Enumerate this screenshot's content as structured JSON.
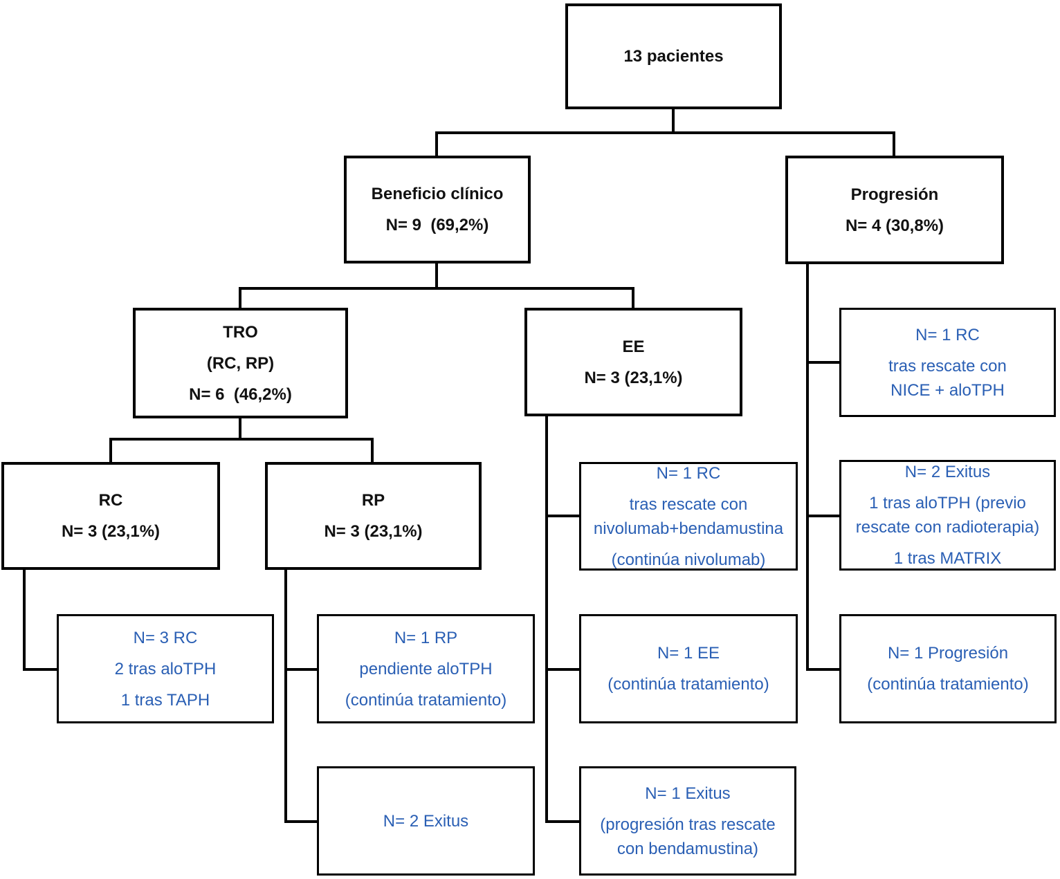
{
  "diagram": {
    "title": "Patient outcome flowchart",
    "colors": {
      "connector": "#000000",
      "parent_text": "#111111",
      "leaf_text": "#2a5fb4",
      "background": "#ffffff"
    },
    "boxes": {
      "root": {
        "lines": [
          "13 pacientes"
        ]
      },
      "beneficio": {
        "lines": [
          "Beneficio clínico",
          "N= 9  (69,2%)"
        ]
      },
      "progresion": {
        "lines": [
          "Progresión",
          "N= 4 (30,8%)"
        ]
      },
      "tro": {
        "lines": [
          "TRO",
          "(RC, RP)",
          "N= 6  (46,2%)"
        ]
      },
      "ee": {
        "lines": [
          "EE",
          "N= 3 (23,1%)"
        ]
      },
      "rc": {
        "lines": [
          "RC",
          "N= 3 (23,1%)"
        ]
      },
      "rp": {
        "lines": [
          "RP",
          "N= 3 (23,1%)"
        ]
      },
      "rescate_nice": {
        "lines": [
          "N= 1 RC",
          "tras rescate con",
          "NICE + aloTPH"
        ]
      },
      "rescate_nivolumab": {
        "lines": [
          "N= 1 RC",
          "tras rescate con",
          "nivolumab+bendamustina",
          "(continúa nivolumab)"
        ]
      },
      "exitus_progresion": {
        "lines": [
          "N= 2 Exitus",
          "1 tras aloTPH (previo",
          "rescate con radioterapia)",
          "1 tras MATRIX"
        ]
      },
      "rc_detail": {
        "lines": [
          "N= 3 RC",
          "2 tras aloTPH",
          "1 tras TAPH"
        ]
      },
      "rp_pendiente": {
        "lines": [
          "N= 1 RP",
          "pendiente aloTPH",
          "(continúa tratamiento)"
        ]
      },
      "ee_continua": {
        "lines": [
          "N= 1 EE",
          "(continúa tratamiento)"
        ]
      },
      "progresion_continua": {
        "lines": [
          "N= 1 Progresión",
          "(continúa tratamiento)"
        ]
      },
      "rp_exitus": {
        "lines": [
          "N= 2 Exitus"
        ]
      },
      "ee_exitus": {
        "lines": [
          "N= 1 Exitus",
          "(progresión tras rescate",
          "con bendamustina)"
        ]
      }
    }
  }
}
